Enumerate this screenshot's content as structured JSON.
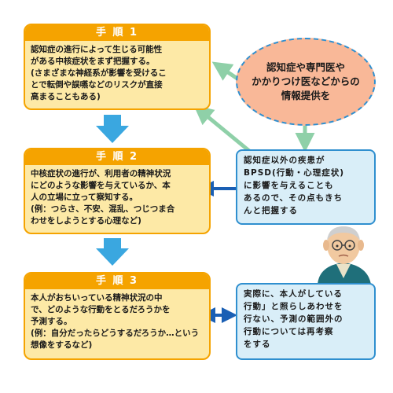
{
  "steps": [
    {
      "title": "手 順 1",
      "body": "認知症の進行によって生じる可能性\nがある中核症状をまず把握する。\n(さまざまな神経系が影響を受けるこ\nとで転倒や誤嚥などのリスクが直接\n高まることもある)"
    },
    {
      "title": "手 順 2",
      "body": "中核症状の進行が、利用者の精神状況\nにどのような影響を与えているか、本\n人の立場に立って察知する。\n(例：つらさ、不安、混乱、つじつま合\nわせをしようとする心理など)"
    },
    {
      "title": "手 順 3",
      "body": "本人がおちいっている精神状況の中\nで、どのような行動をとるだろうかを\n予測する。\n(例：自分だったらどうするだろうか…という想像をするなど)"
    }
  ],
  "source": {
    "text": "認知症や専門医や\nかかりつけ医などからの\n情報提供を"
  },
  "bpsd_note": {
    "text": "認知症以外の疾患が\nBPSD(行動・心理症状)\nに影響を与えることも\nあるので、その点もきち\nんと把握する"
  },
  "reconsider_note": {
    "text": "実際に、本人がしている\n行動」と照らしあわせを\n行ない、予測の範囲外の\n行動については再考察\nをする"
  },
  "colors": {
    "step_fill": "#fde9a6",
    "step_border": "#f5a300",
    "info_fill": "#d9eef8",
    "info_border": "#2f8fcf",
    "source_fill": "#f9b898",
    "flow_arrow": "#3aa7e0",
    "green_arrow": "#8fd0a8",
    "blue_arrow": "#1a5fb4"
  }
}
